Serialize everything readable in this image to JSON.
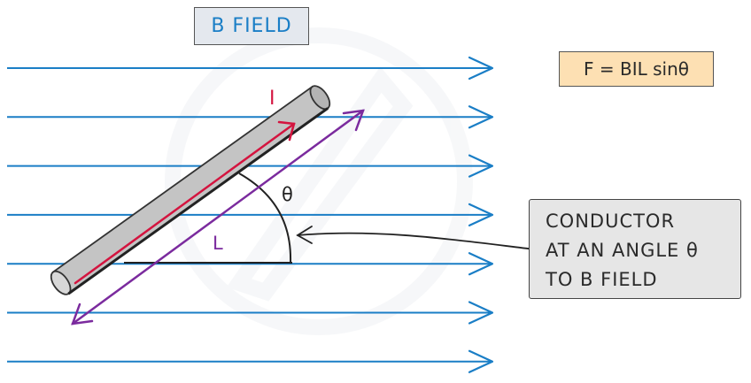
{
  "title": "B FIELD",
  "formula": "F = BIL sinθ",
  "callout": {
    "lines": [
      "CONDUCTOR",
      "AT AN ANGLE θ",
      "TO B FIELD"
    ]
  },
  "labels": {
    "current": "I",
    "length": "L",
    "angle": "θ"
  },
  "colors": {
    "field_lines": "#1a7ec6",
    "current": "#d4143f",
    "length": "#7b2b9e",
    "rod": "#c4c4c4",
    "formula_bg": "#fde0b3"
  },
  "field_line_count": 7
}
